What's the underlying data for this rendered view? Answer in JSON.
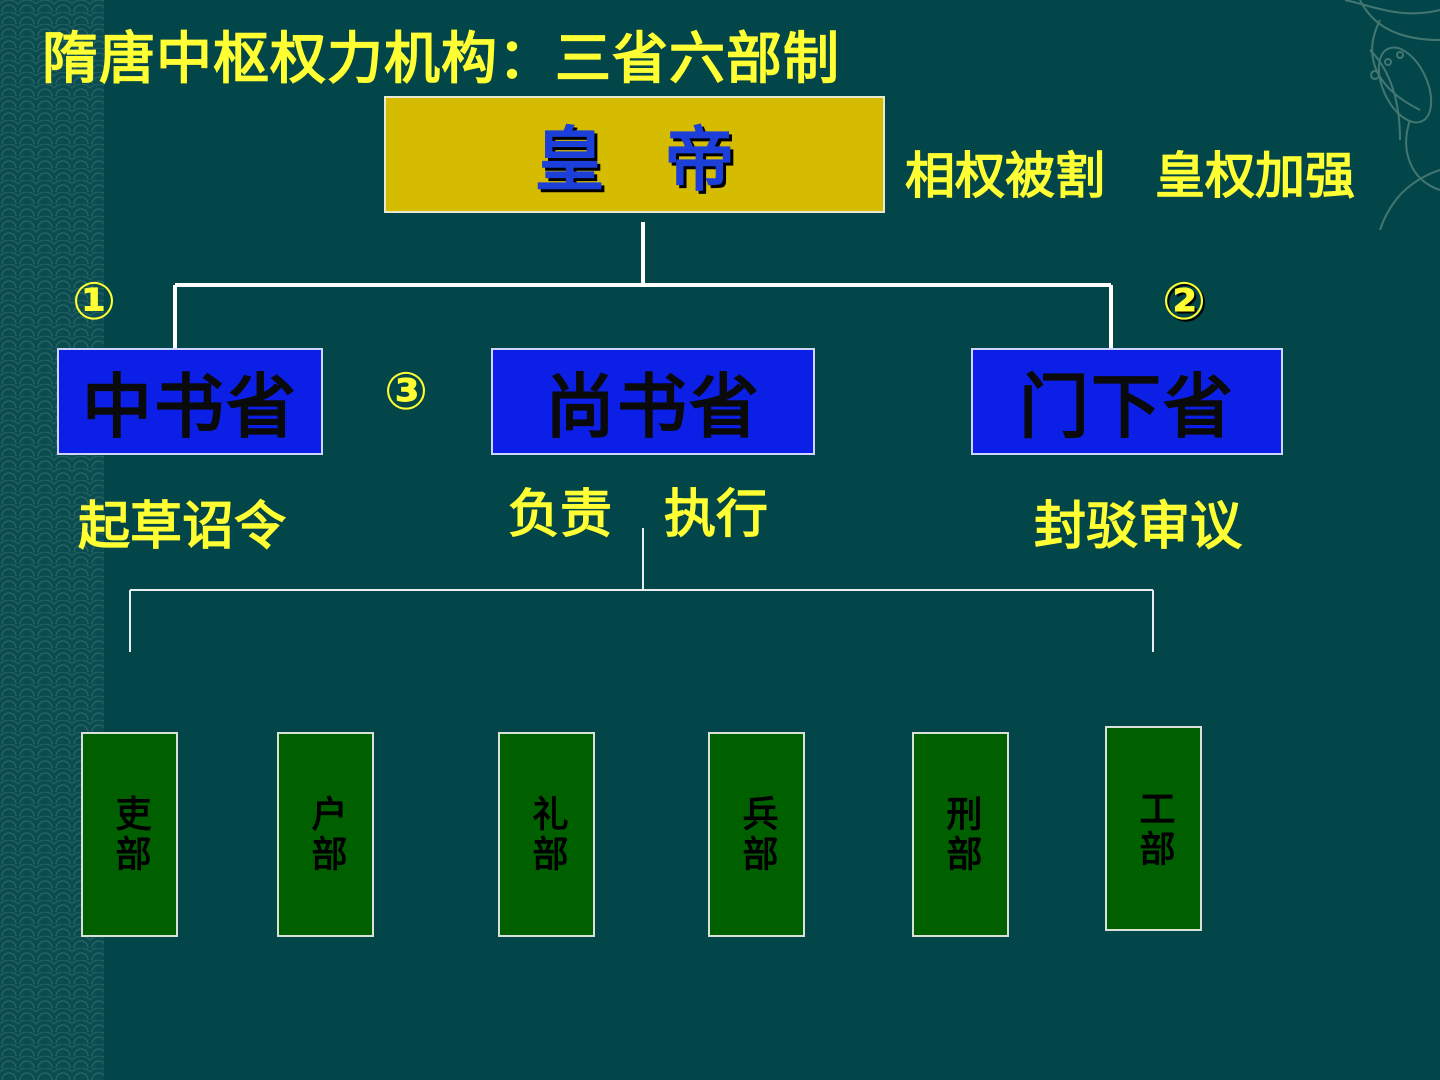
{
  "title": "隋唐中枢权力机构：三省六部制",
  "emperor": {
    "label": "皇帝",
    "note": "相权被割　皇权加强"
  },
  "markers": {
    "m1": "①",
    "m2": "②",
    "m3": "③"
  },
  "departments": {
    "zhongshu": {
      "label": "中书省",
      "role": "起草诏令"
    },
    "shangshu": {
      "label": "尚书省",
      "role": "负责　执行"
    },
    "menxia": {
      "label": "门下省",
      "role": "封驳审议"
    }
  },
  "ministries": [
    "吏部",
    "户部",
    "礼部",
    "兵部",
    "刑部",
    "工部"
  ],
  "colors": {
    "background": "#02464a",
    "title_text": "#ffff33",
    "emperor_box": "#d6bc00",
    "emperor_text": "#1b3fd8",
    "department_box": "#0b1fe6",
    "ministry_box": "#006000",
    "connector": "#ffffff"
  },
  "icons": {
    "decoration": "floral-corner-ornament"
  }
}
